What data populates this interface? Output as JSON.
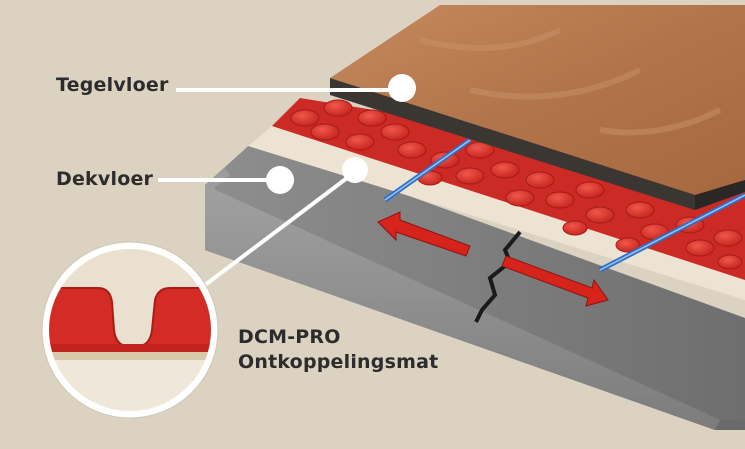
{
  "labels": {
    "tegelvloer": "Tegelvloer",
    "dekvloer": "Dekvloer",
    "product_line1": "DCM-PRO",
    "product_line2": "Ontkoppelingsmat"
  },
  "colors": {
    "background": "#dcd2c2",
    "tile": "#b77a4e",
    "membrane_red": "#d9302a",
    "screed_grey": "#8a8a8a",
    "arrow_red": "#d6231c",
    "cable_blue": "#2d6fc9"
  },
  "icons": [
    "callout-dot",
    "crack-arrow-left",
    "crack-arrow-right",
    "zoom-lens"
  ]
}
